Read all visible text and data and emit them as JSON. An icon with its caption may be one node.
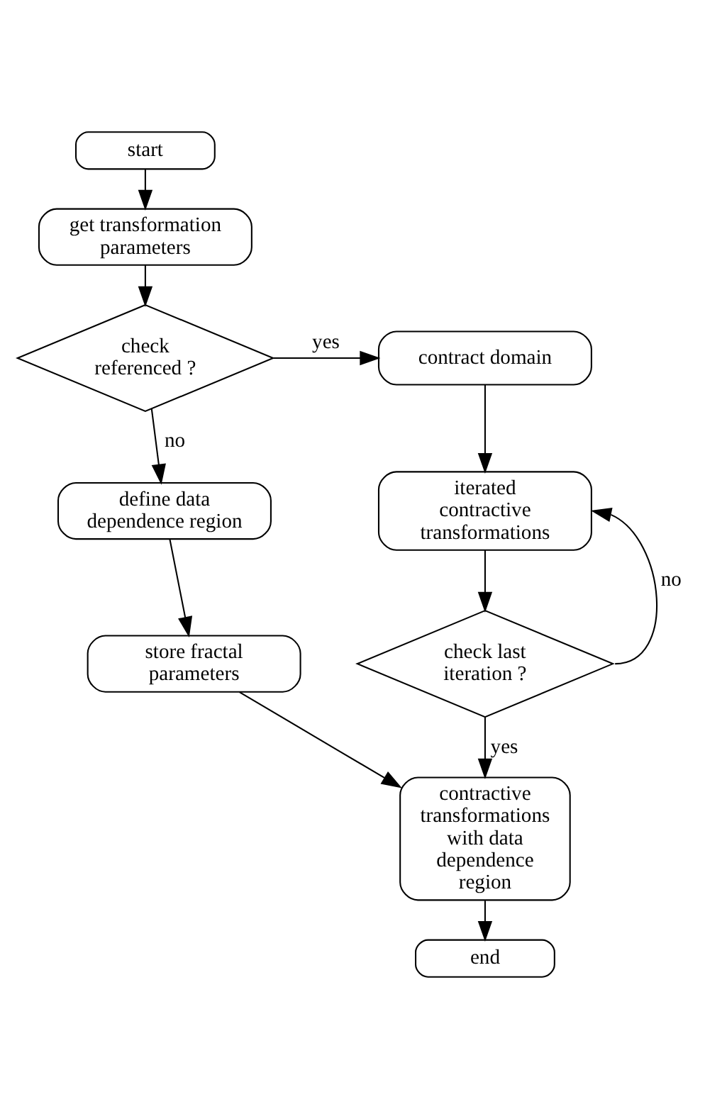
{
  "diagram": {
    "nodes": [
      {
        "text": [
          "start"
        ]
      },
      {
        "text": [
          "get transformation parameters"
        ]
      },
      {
        "text": [
          "check referenced ?"
        ]
      },
      {
        "text": [
          "contract domain"
        ]
      },
      {
        "text": [
          "define data dependence region"
        ]
      },
      {
        "text": [
          "iterated contractive transformations"
        ]
      },
      {
        "text": [
          "store fractal parameters"
        ]
      },
      {
        "text": [
          "check last iteration ?"
        ]
      },
      {
        "text": [
          "contractive transformations with data dependence region"
        ]
      },
      {
        "text": [
          "end"
        ]
      }
    ],
    "edges": [
      {
        "from": 0,
        "to": 1,
        "arrow": "to"
      },
      {
        "from": 1,
        "to": 2,
        "arrow": "to"
      },
      {
        "from": 2,
        "to": 3,
        "arrow": "to",
        "label": "yes"
      },
      {
        "from": 2,
        "to": 4,
        "arrow": "to",
        "label": "no"
      },
      {
        "from": 3,
        "to": 5,
        "arrow": "to"
      },
      {
        "from": 4,
        "to": 6,
        "arrow": "to"
      },
      {
        "from": 5,
        "to": 7,
        "arrow": "to"
      },
      {
        "from": 7,
        "to": 5,
        "arrow": "to",
        "label": "no"
      },
      {
        "from": 7,
        "to": 8,
        "arrow": "to",
        "label": "yes"
      },
      {
        "from": 6,
        "to": 8,
        "arrow": "to"
      },
      {
        "from": 8,
        "to": 9,
        "arrow": "to"
      }
    ]
  }
}
